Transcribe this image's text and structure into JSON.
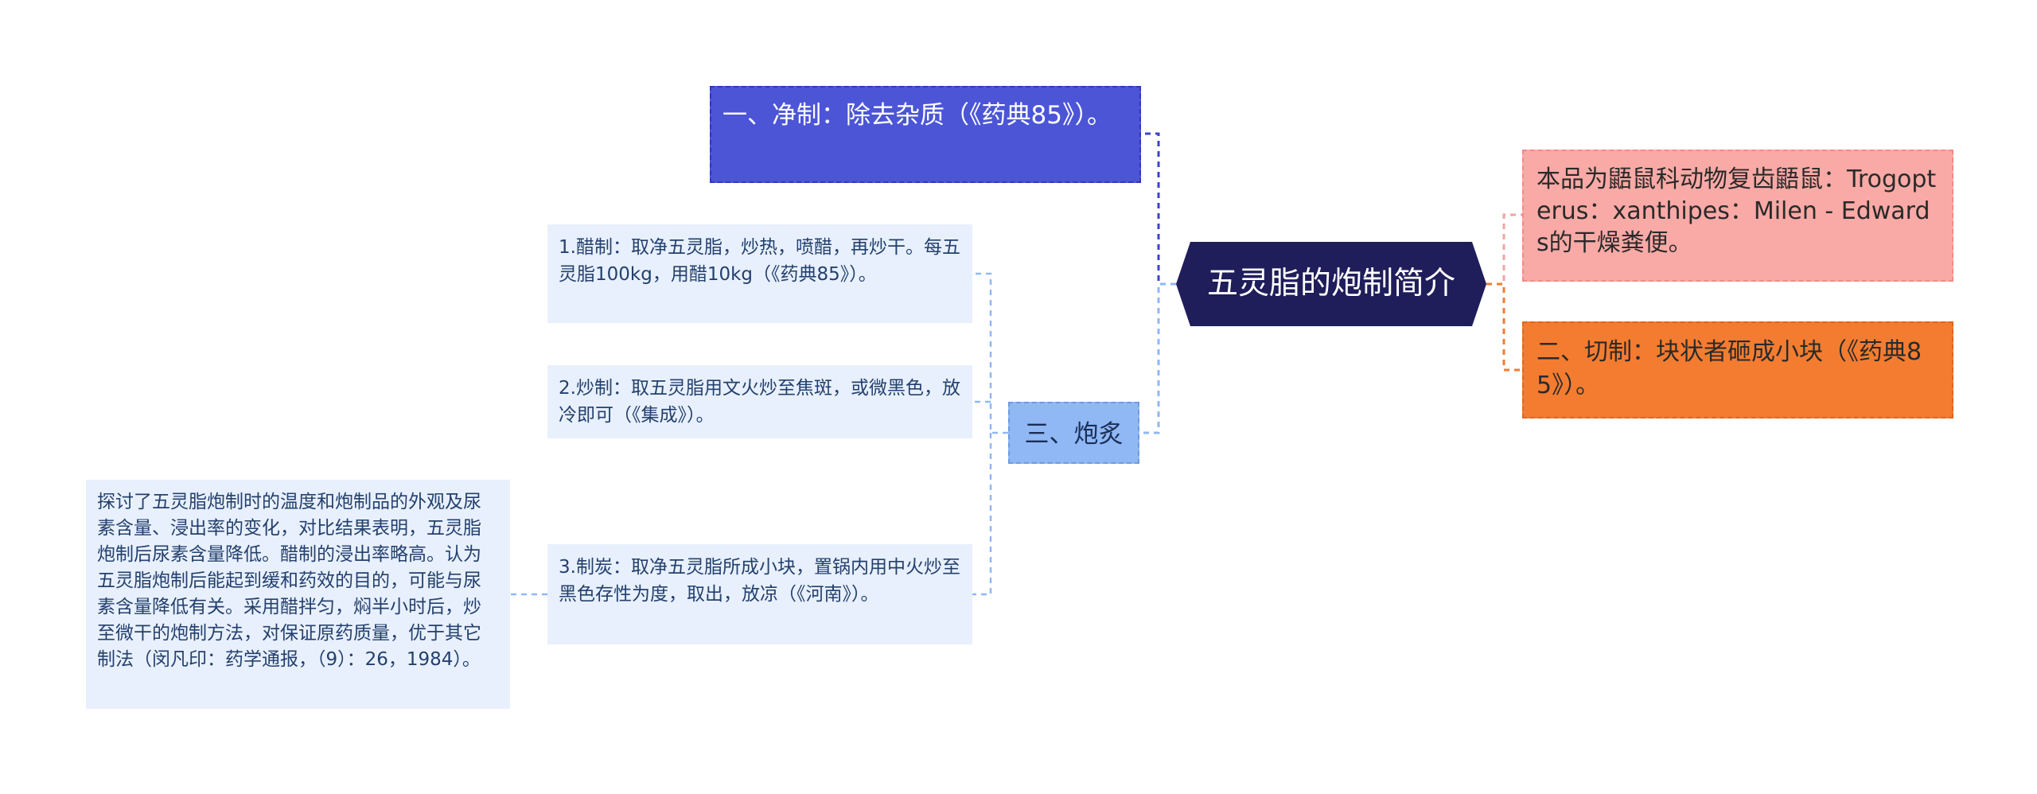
{
  "root": {
    "label": "五灵脂的炮制简介"
  },
  "left": {
    "jingzhi": "一、净制：除去杂质（《药典85》）。",
    "paozhi": {
      "label": "三、炮炙",
      "items": [
        "1.醋制：取净五灵脂，炒热，喷醋，再炒干。每五灵脂100kg，用醋10kg（《药典85》）。",
        "2.炒制：取五灵脂用文火炒至焦斑，或微黑色，放冷即可（《集成》）。",
        "3.制炭：取净五灵脂所成小块，置锅内用中火炒至黑色存性为度，取出，放凉（《河南》）。"
      ],
      "note": "探讨了五灵脂炮制时的温度和炮制品的外观及尿素含量、浸出率的变化，对比结果表明，五灵脂炮制后尿素含量降低。醋制的浸出率略高。认为五灵脂炮制后能起到缓和药效的目的，可能与尿素含量降低有关。采用醋拌匀，焖半小时后，炒至微干的炮制方法，对保证原药质量，优于其它制法（闵凡印：药学通报，（9）：26，1984）。"
    }
  },
  "right": {
    "intro": "本品为鼯鼠科动物复齿鼯鼠：Trogopterus：xanthipes：Milen - Edwards的干燥粪便。",
    "qiezhi": "二、切制：块状者砸成小块（《药典85》）。"
  },
  "colors": {
    "root_bg": "#1f1d5a",
    "jingzhi_bg": "#4b55d6",
    "paozhi_bg": "#8fb8f5",
    "leaf_bg": "#e8f0fd",
    "intro_bg": "#f9aaa6",
    "qiezhi_bg": "#f47c30",
    "line_blue": "#3a44c8",
    "line_light": "#8fb8f5",
    "line_pink": "#f4a3a0",
    "line_orange": "#f47c30"
  }
}
